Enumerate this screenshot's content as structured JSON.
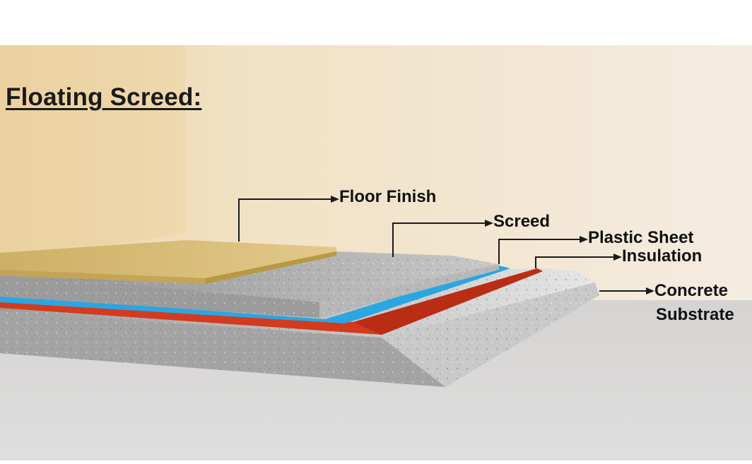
{
  "title": "Floating Screed:",
  "labels": {
    "floor_finish": "Floor Finish",
    "screed": "Screed",
    "plastic_sheet": "Plastic Sheet",
    "insulation": "Insulation",
    "concrete_line1": "Concrete",
    "concrete_line2": "Substrate"
  },
  "colors": {
    "floor_finish": "#d9bf72",
    "screed": "#a9a9a9",
    "plastic_sheet": "#2aa6e2",
    "insulation": "#d43a1e",
    "concrete": "#b5b5b5"
  }
}
